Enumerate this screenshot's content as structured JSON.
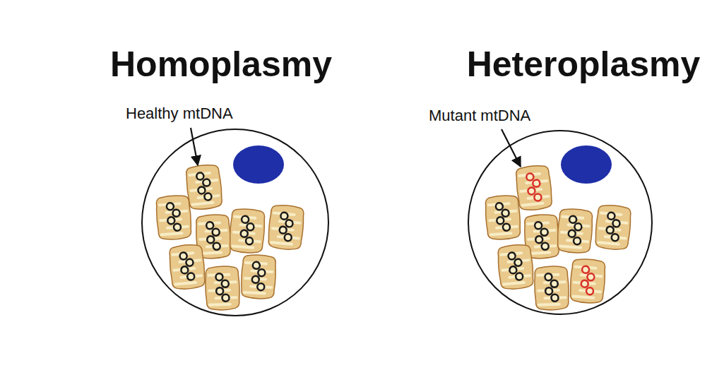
{
  "diagram": {
    "nodes": [
      {
        "text": [
          "Homoplasmy"
        ]
      },
      {
        "text": [
          "Heteroplasmy"
        ]
      }
    ],
    "labels": [
      "Healthy mtDNA",
      "Mutant mtDNA"
    ]
  }
}
